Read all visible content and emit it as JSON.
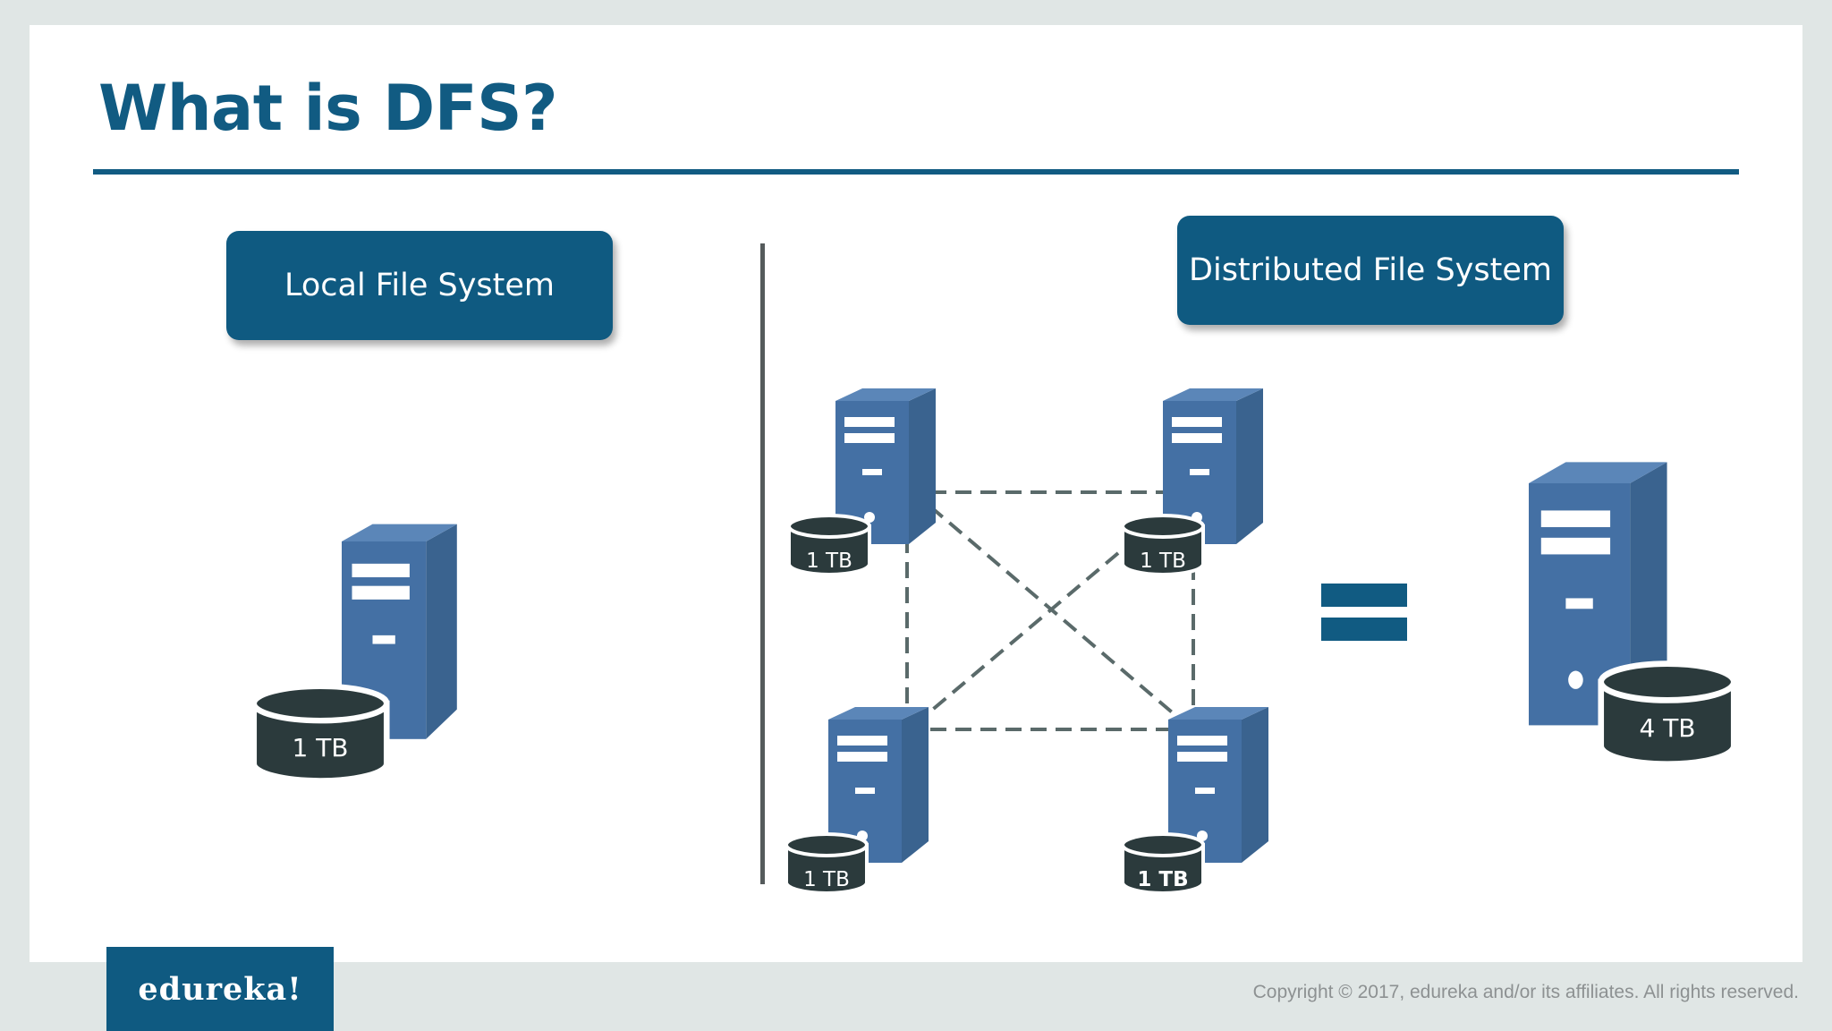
{
  "slide": {
    "title": "What is DFS?",
    "local_label": "Local File System",
    "distributed_label": "Distributed File System",
    "disks": {
      "local": "1 TB",
      "node_top_left": "1 TB",
      "node_top_right": "1 TB",
      "node_bottom_left": "1 TB",
      "node_bottom_right": "1 TB",
      "combined": "4 TB"
    },
    "equals_icon": "equals-sign-icon"
  },
  "footer": {
    "logo": "edureka!",
    "copyright": "Copyright © 2017, edureka and/or its affiliates. All rights reserved."
  },
  "colors": {
    "brand_blue": "#0f5a81",
    "server_blue": "#4470a4",
    "disk_dark": "#2b3a3c",
    "background": "#e0e6e5"
  }
}
